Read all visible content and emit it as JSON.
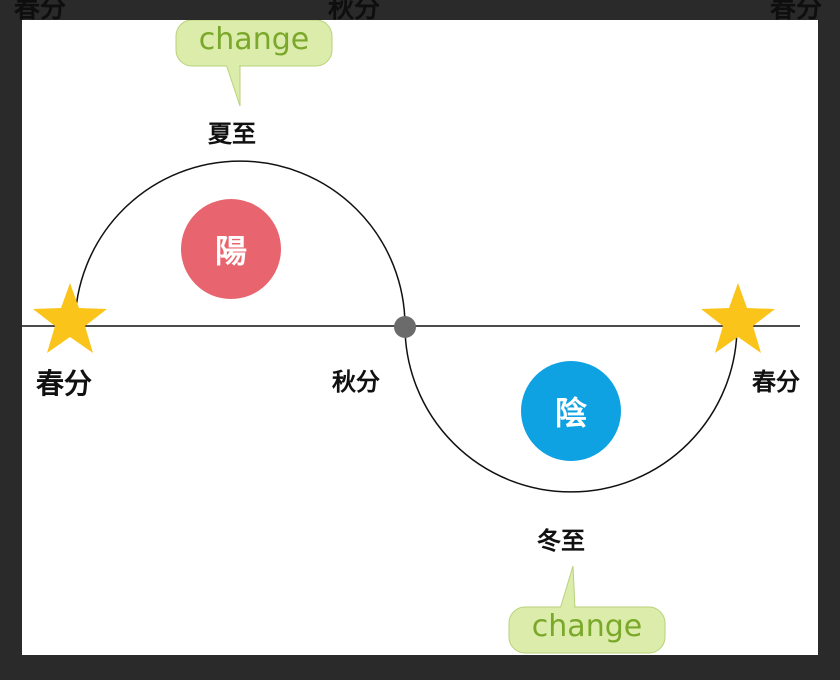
{
  "background_labels": [
    "春分",
    "秋分",
    "春分"
  ],
  "labels": {
    "summer_solstice": "夏至",
    "winter_solstice": "冬至",
    "spring_equinox_left": "春分",
    "autumn_equinox": "秋分",
    "spring_equinox_right": "春分"
  },
  "yang": {
    "text": "陽",
    "color": "#e8656f"
  },
  "yin": {
    "text": "陰",
    "color": "#0ea2e2"
  },
  "callouts": {
    "top": "change",
    "bottom": "change"
  },
  "colors": {
    "star": "#fbc41a",
    "dot": "#6b6b6b",
    "callout_fill": "#dcecaa",
    "callout_text": "#7aa82a"
  }
}
